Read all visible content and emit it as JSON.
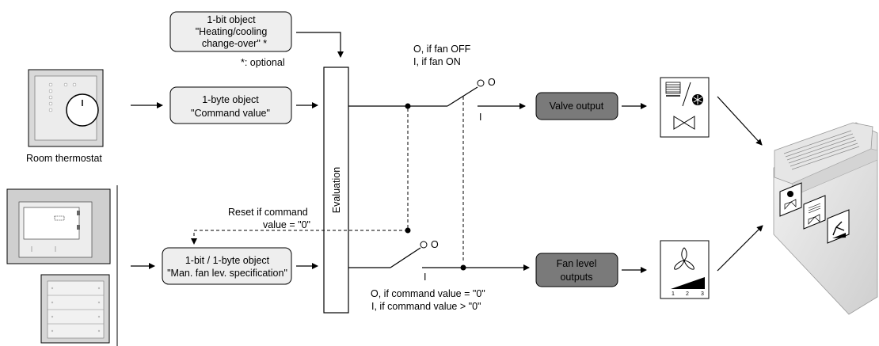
{
  "objects": {
    "changeover_line1": "1-bit object",
    "changeover_line2": "\"Heating/cooling",
    "changeover_line3": "change-over\" *",
    "optional_note": "*: optional",
    "command_line1": "1-byte object",
    "command_line2": "\"Command value\"",
    "fanspec_line1": "1-bit / 1-byte object",
    "fanspec_line2": "\"Man. fan lev. specification\""
  },
  "evaluation_label": "Evaluation",
  "devices": {
    "thermostat_label": "Room thermostat"
  },
  "switch_top": {
    "o_label": "O",
    "i_label": "I",
    "note_line1": "O, if fan OFF",
    "note_line2": "I, if fan ON"
  },
  "switch_bottom": {
    "o_label": "O",
    "i_label": "I",
    "note_line1": "O, if command value = \"0\"",
    "note_line2": "I, if command value > \"0\""
  },
  "reset_note": {
    "line1": "Reset if command",
    "line2": "value = \"0\""
  },
  "outputs": {
    "valve": "Valve output",
    "fan_line1": "Fan level",
    "fan_line2": "outputs"
  },
  "fan_scale": [
    "1",
    "2",
    "3"
  ],
  "colors": {
    "object_fill": "#eeeeee",
    "output_fill": "#7a7a7a",
    "device_fill": "#e3e3e3",
    "line": "#000000"
  }
}
